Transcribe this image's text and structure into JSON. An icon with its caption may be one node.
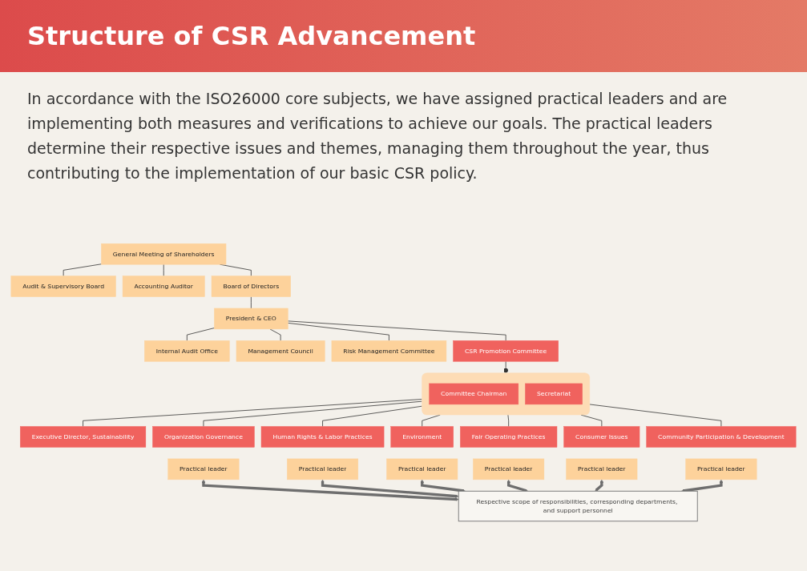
{
  "diagram": {
    "title": "Structure of CSR Advancement",
    "nodes": [
      {
        "text": [
          "General Meeting of Shareholders"
        ]
      },
      {
        "text": [
          "Audit & Supervisory Board"
        ]
      },
      {
        "text": [
          "Accounting Auditor"
        ]
      },
      {
        "text": [
          "Board of Directors"
        ]
      },
      {
        "text": [
          "President & CEO"
        ]
      },
      {
        "text": [
          "Internal Audit Office"
        ]
      },
      {
        "text": [
          "Management Council"
        ]
      },
      {
        "text": [
          "Risk Management Committee"
        ]
      },
      {
        "text": [
          "CSR Promotion Committee"
        ]
      },
      {
        "text": [],
        "shape": "box"
      },
      {
        "text": [
          "Committee Chairman"
        ],
        "in": 9
      },
      {
        "text": [
          "Secretariat"
        ],
        "in": 9
      },
      {
        "text": [
          "Executive Director, Sustainability"
        ]
      },
      {
        "text": [
          "Organization Governance"
        ]
      },
      {
        "text": [
          "Human Rights & Labor Practices"
        ]
      },
      {
        "text": [
          "Environment"
        ]
      },
      {
        "text": [
          "Fair Operating Practices"
        ]
      },
      {
        "text": [
          "Consumer Issues"
        ]
      },
      {
        "text": [
          "Community Participation & Development"
        ]
      },
      {
        "text": [
          "Practical leader"
        ]
      },
      {
        "text": [
          "Practical leader"
        ]
      },
      {
        "text": [
          "Practical leader"
        ]
      },
      {
        "text": [
          "Practical leader"
        ]
      },
      {
        "text": [
          "Practical leader"
        ]
      },
      {
        "text": [
          "Practical leader"
        ]
      },
      {
        "text": [
          "Respective scope of responsibilities, corresponding departments, and support personnel"
        ]
      }
    ],
    "edges": [
      {
        "from": 0,
        "to": 1,
        "arrow": "none"
      },
      {
        "from": 0,
        "to": 2,
        "arrow": "none"
      },
      {
        "from": 0,
        "to": 3,
        "arrow": "none"
      },
      {
        "from": 3,
        "to": 4,
        "arrow": "none"
      },
      {
        "from": 4,
        "to": 5,
        "arrow": "none"
      },
      {
        "from": 4,
        "to": 6,
        "arrow": "none"
      },
      {
        "from": 4,
        "to": 7,
        "arrow": "none"
      },
      {
        "from": 4,
        "to": 8,
        "arrow": "none"
      },
      {
        "from": 8,
        "to": 9,
        "arrow": "other"
      },
      {
        "from": 9,
        "to": 12,
        "arrow": "none"
      },
      {
        "from": 9,
        "to": 13,
        "arrow": "none"
      },
      {
        "from": 9,
        "to": 14,
        "arrow": "none"
      },
      {
        "from": 9,
        "to": 15,
        "arrow": "none"
      },
      {
        "from": 9,
        "to": 16,
        "arrow": "none"
      },
      {
        "from": 9,
        "to": 17,
        "arrow": "none"
      },
      {
        "from": 9,
        "to": 18,
        "arrow": "none"
      },
      {
        "from": 19,
        "to": 25,
        "arrow": "both",
        "style": "thick",
        "color": "#6e6e6e"
      },
      {
        "from": 20,
        "to": 25,
        "arrow": "both",
        "style": "thick",
        "color": "#6e6e6e"
      },
      {
        "from": 21,
        "to": 25,
        "arrow": "both",
        "style": "thick",
        "color": "#6e6e6e"
      },
      {
        "from": 22,
        "to": 25,
        "arrow": "both",
        "style": "thick",
        "color": "#6e6e6e"
      },
      {
        "from": 23,
        "to": 25,
        "arrow": "both",
        "style": "thick",
        "color": "#6e6e6e"
      },
      {
        "from": 24,
        "to": 25,
        "arrow": "both",
        "style": "thick",
        "color": "#6e6e6e"
      }
    ],
    "labels": [
      "In accordance with the ISO26000 core subjects, we have assigned practical leaders and are implementing both measures and verifications to achieve our goals. The practical leaders determine their respective issues and themes, managing them throughout the year, thus contributing to the implementation of our basic CSR policy."
    ]
  }
}
